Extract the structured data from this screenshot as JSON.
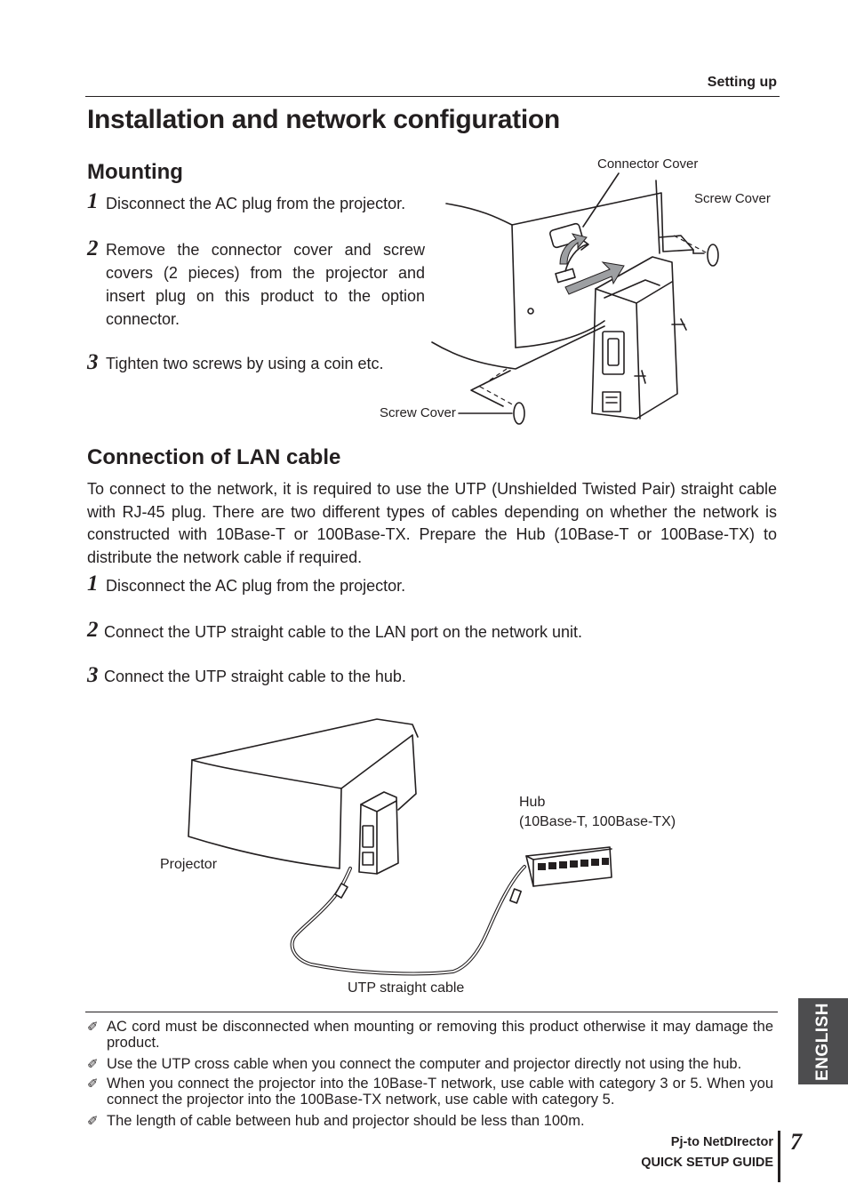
{
  "header": {
    "section": "Setting up",
    "title": "Installation and network configuration"
  },
  "mounting": {
    "heading": "Mounting",
    "steps": [
      {
        "num": "1",
        "text": "Disconnect the AC plug from the projector."
      },
      {
        "num": "2",
        "text": "Remove the connector cover and screw covers (2 pieces) from the projector and insert plug on this product to the option connector."
      },
      {
        "num": "3",
        "text": "Tighten two screws by using a coin etc."
      }
    ],
    "diagram_labels": {
      "connector_cover": "Connector Cover",
      "screw_cover_top": "Screw Cover",
      "screw_cover_bottom": "Screw Cover"
    }
  },
  "lan": {
    "heading": "Connection of LAN cable",
    "intro": "To connect to the network, it is required to use the UTP (Unshielded Twisted Pair) straight cable with RJ-45 plug. There are two different types of cables depending on whether the network is constructed with 10Base-T or 100Base-TX. Prepare the Hub (10Base-T or 100Base-TX) to distribute the network cable if required.",
    "steps": [
      {
        "num": "1",
        "text": "Disconnect the AC plug from the projector."
      },
      {
        "num": "2",
        "text": "Connect the UTP straight cable to the LAN port on the network unit."
      },
      {
        "num": "3",
        "text": "Connect the UTP straight cable to the hub."
      }
    ],
    "diagram_labels": {
      "hub": "Hub",
      "hub_types": "(10Base-T, 100Base-TX)",
      "projector": "Projector",
      "cable": "UTP straight cable"
    }
  },
  "notes": [
    "AC cord must be disconnected when mounting or removing this product otherwise it may damage the product.",
    "Use the UTP cross cable when you connect the computer and projector directly not using the hub.",
    "When you connect the projector into the 10Base-T network, use cable with category 3 or 5. When you connect the projector into the 100Base-TX network, use cable with category 5.",
    "The length of cable between hub and projector should be less than 100m."
  ],
  "side_tab": "ENGLISH",
  "footer": {
    "product": "Pj-to NetDIrector",
    "guide": "QUICK SETUP GUIDE",
    "page": "7"
  },
  "icons": {
    "note": "pencil-note-icon"
  }
}
